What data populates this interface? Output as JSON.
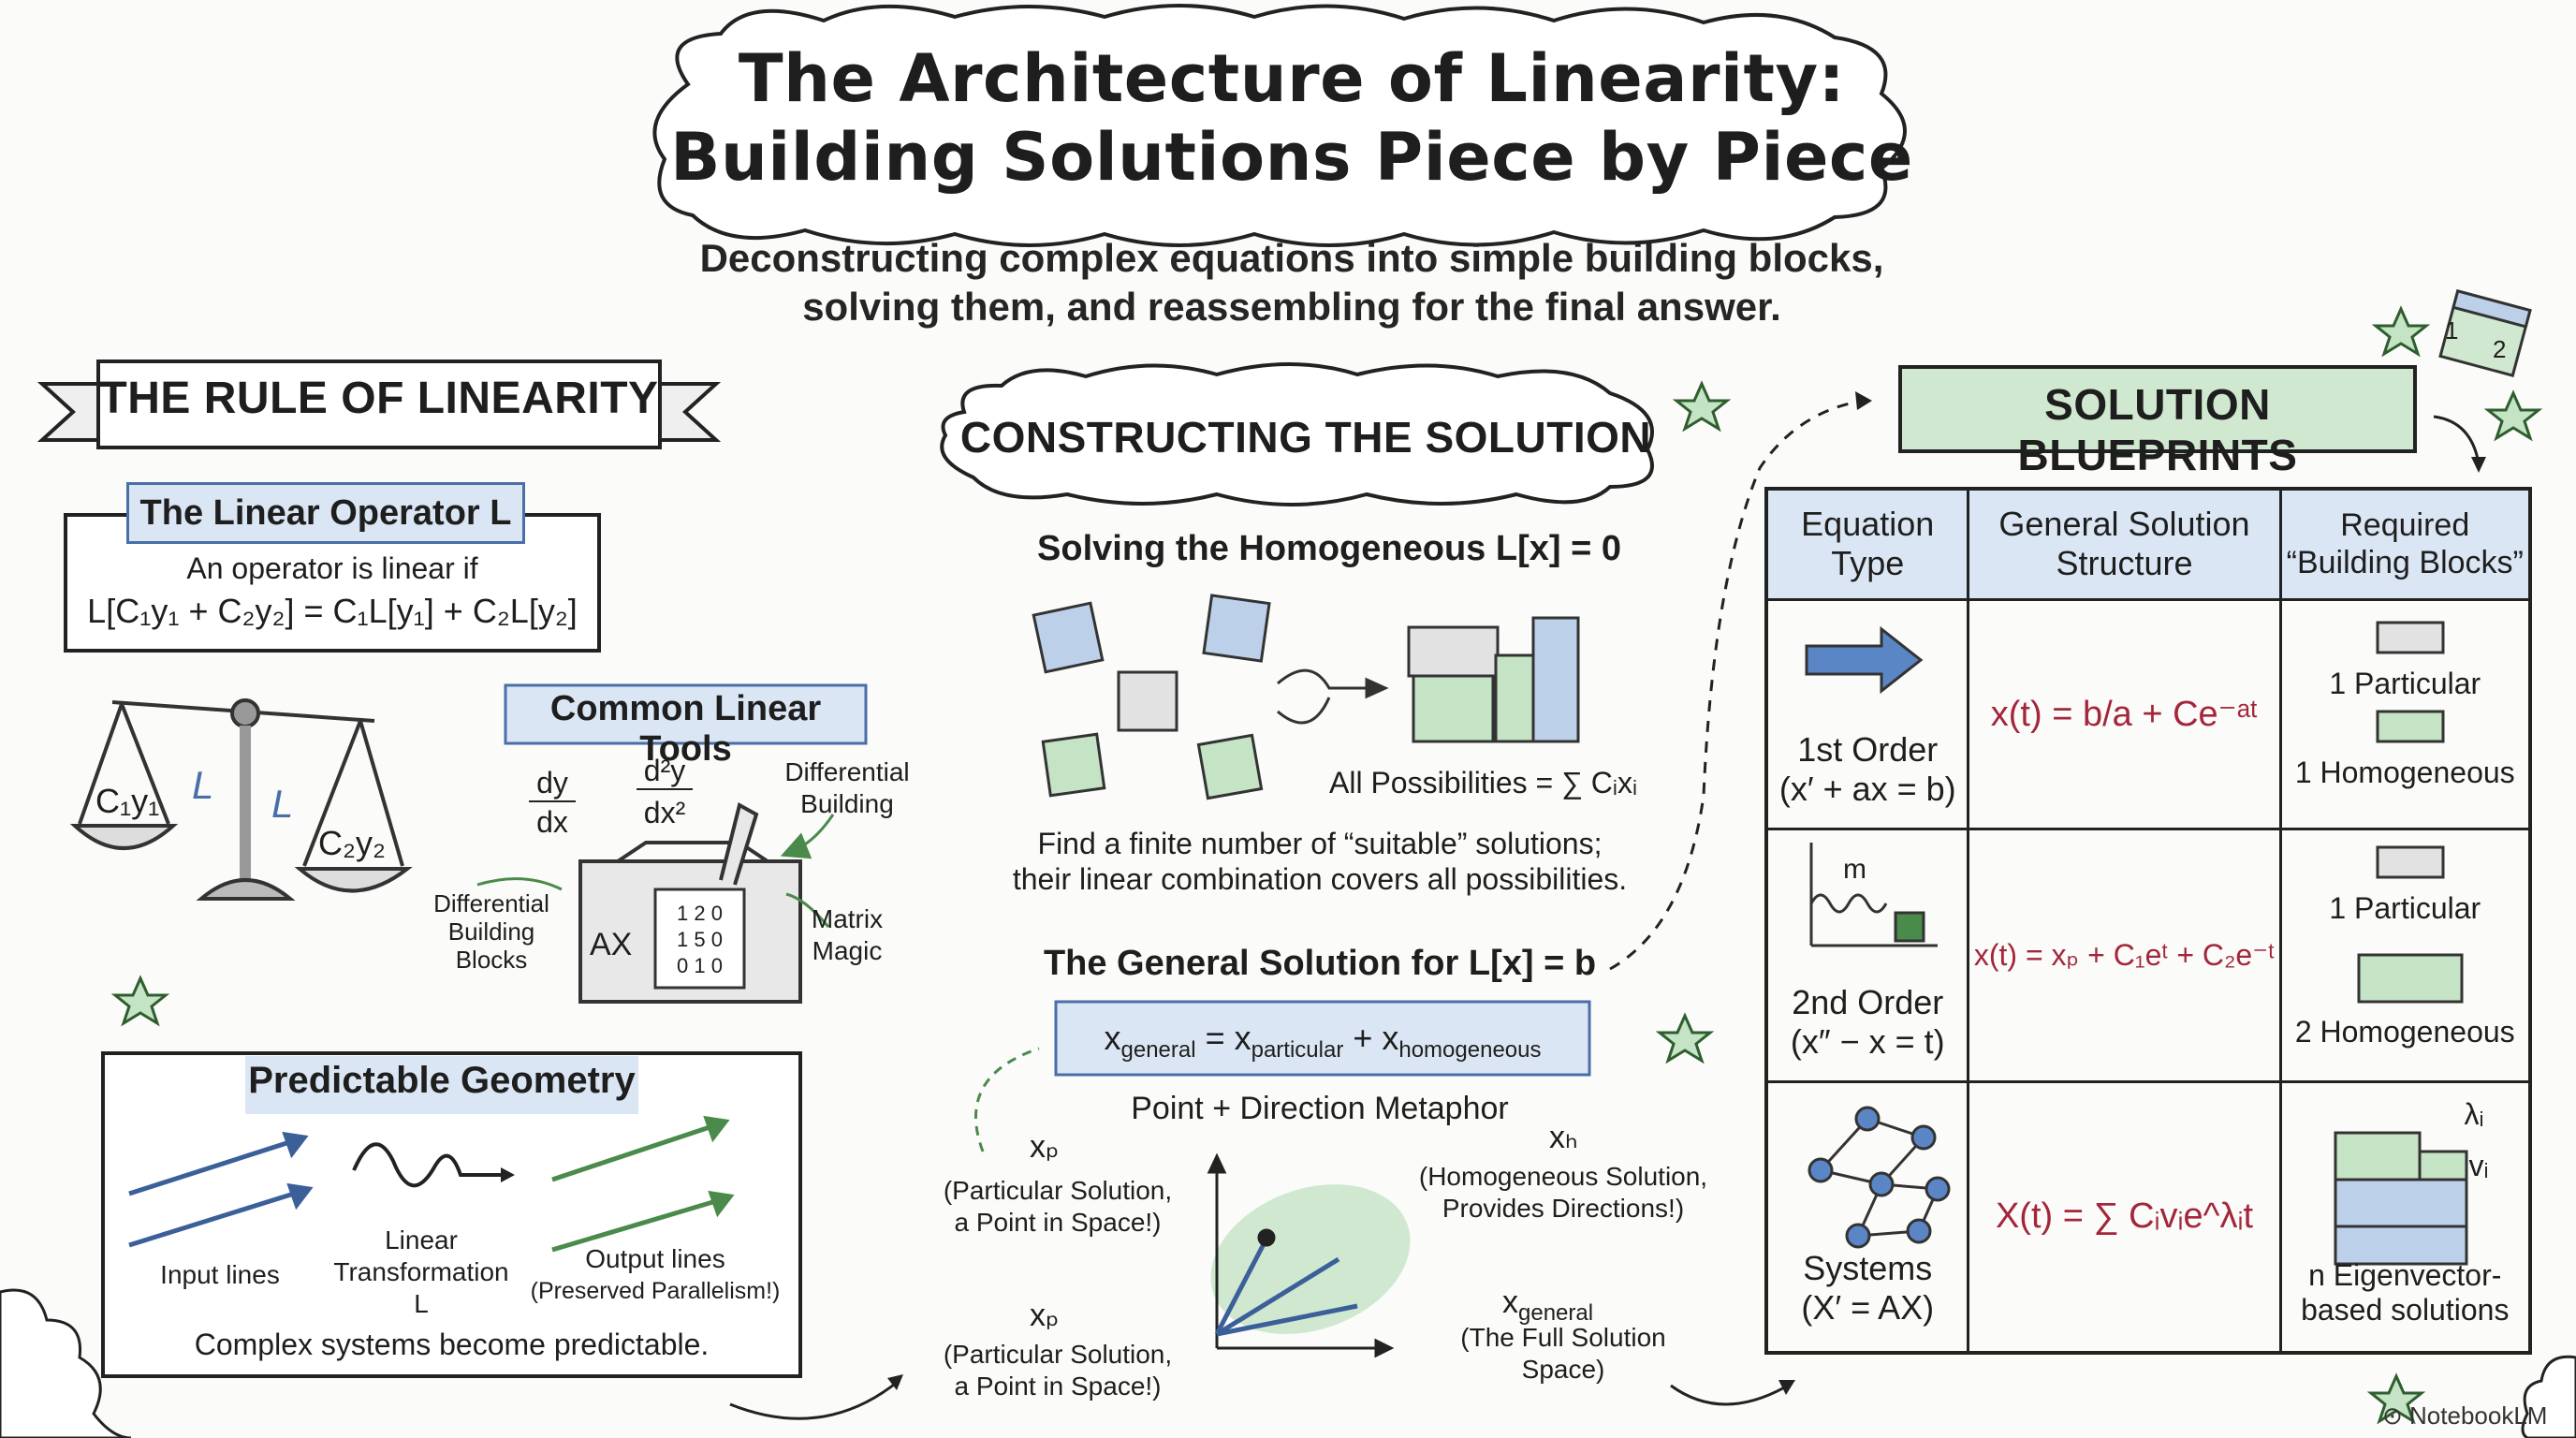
{
  "header": {
    "title_line1": "The Architecture of Linearity:",
    "title_line2": "Building Solutions Piece by Piece",
    "subtitle_line1": "Deconstructing complex equations into simple building blocks,",
    "subtitle_line2": "solving them, and reassembling for the final answer."
  },
  "rule": {
    "banner": "THE RULE OF LINEARITY",
    "operator_title": "The Linear Operator L",
    "operator_line1": "An operator is linear if",
    "operator_formula": "L[C₁y₁ + C₂y₂] = C₁L[y₁] + C₂L[y₂]",
    "scale_left": "C₁y₁",
    "scale_right": "C₂y₂",
    "scale_l1": "L",
    "scale_l2": "L",
    "tools_title": "Common Linear Tools",
    "tool_dy": "dy",
    "tool_dx": "dx",
    "tool_d2y": "d²y",
    "tool_dx2": "dx²",
    "tool_diff_building": "Differential\nBuilding",
    "tool_diff_blocks": "Differential\nBuilding\nBlocks",
    "tool_matrix_magic": "Matrix\nMagic",
    "tool_ax": "AX",
    "tool_matrix": [
      "1 2 0",
      "1 5 0",
      "0 1 0"
    ]
  },
  "geometry": {
    "title": "Predictable Geometry",
    "input_lines": "Input lines",
    "transform": "Linear\nTransformation\nL",
    "transform_l": "L",
    "output_lines": "Output lines",
    "output_note": "(Preserved Parallelism!)",
    "caption": "Complex systems become predictable."
  },
  "construct": {
    "cloud_title": "CONSTRUCTING THE SOLUTION",
    "homog_title": "Solving the Homogeneous L[x] = 0",
    "all_possibilities": "All Possibilities = ∑ Cᵢxᵢ",
    "find_line1": "Find a finite number of “suitable” solutions;",
    "find_line2": "their linear combination covers all possibilities.",
    "general_title": "The General Solution for L[x] = b",
    "general_formula_1": "x",
    "general_formula_sub1": "general",
    "general_formula_2": " = x",
    "general_formula_sub2": "particular",
    "general_formula_3": " + x",
    "general_formula_sub3": "homogeneous",
    "metaphor": "Point + Direction Metaphor",
    "xp_label_top": "xₚ",
    "xp_note_top": "(Particular Solution,\na Point in Space!)",
    "xh_label": "xₕ",
    "xh_note": "(Homogeneous Solution,\nProvides Directions!)",
    "xp_label_bottom": "xₚ",
    "xp_note_bottom": "(Particular Solution,\na Point in Space!)",
    "xgen_label": "x",
    "xgen_sub": "general",
    "xgen_note": "(The Full Solution\nSpace)"
  },
  "blueprints": {
    "banner": "SOLUTION BLUEPRINTS",
    "headers": [
      "Equation\nType",
      "General Solution\nStructure",
      "Required\n“Building Blocks”"
    ],
    "rows": [
      {
        "type_line1": "1st Order",
        "type_line2": "(x′ + ax = b)",
        "formula": "x(t) = b/a + Ce⁻ᵃᵗ",
        "blocks_line1": "1 Particular",
        "blocks_line2": "1 Homogeneous"
      },
      {
        "type_line1": "2nd Order",
        "type_line2": "(x″ − x = t)",
        "formula": "x(t) = xₚ + C₁eᵗ + C₂e⁻ᵗ",
        "blocks_line1": "1 Particular",
        "blocks_line2": "2 Homogeneous",
        "mass": "m"
      },
      {
        "type_line1": "Systems",
        "type_line2": "(X′ = AX)",
        "formula": "X(t) = ∑ Cᵢvᵢe^λᵢt",
        "blocks_line1": "n Eigenvector-",
        "blocks_line2": "based solutions",
        "lambda": "λᵢ",
        "v": "vᵢ"
      }
    ]
  },
  "misc": {
    "watermark": "NotebookLM",
    "calendar_1": "1",
    "calendar_2": "2"
  },
  "colors": {
    "blue_fill": "#dbe6f4",
    "blue_stroke": "#4a6ea8",
    "green_fill": "#cfe8cf",
    "green_stroke": "#4a8a4a",
    "formula_red": "#a3263a"
  }
}
